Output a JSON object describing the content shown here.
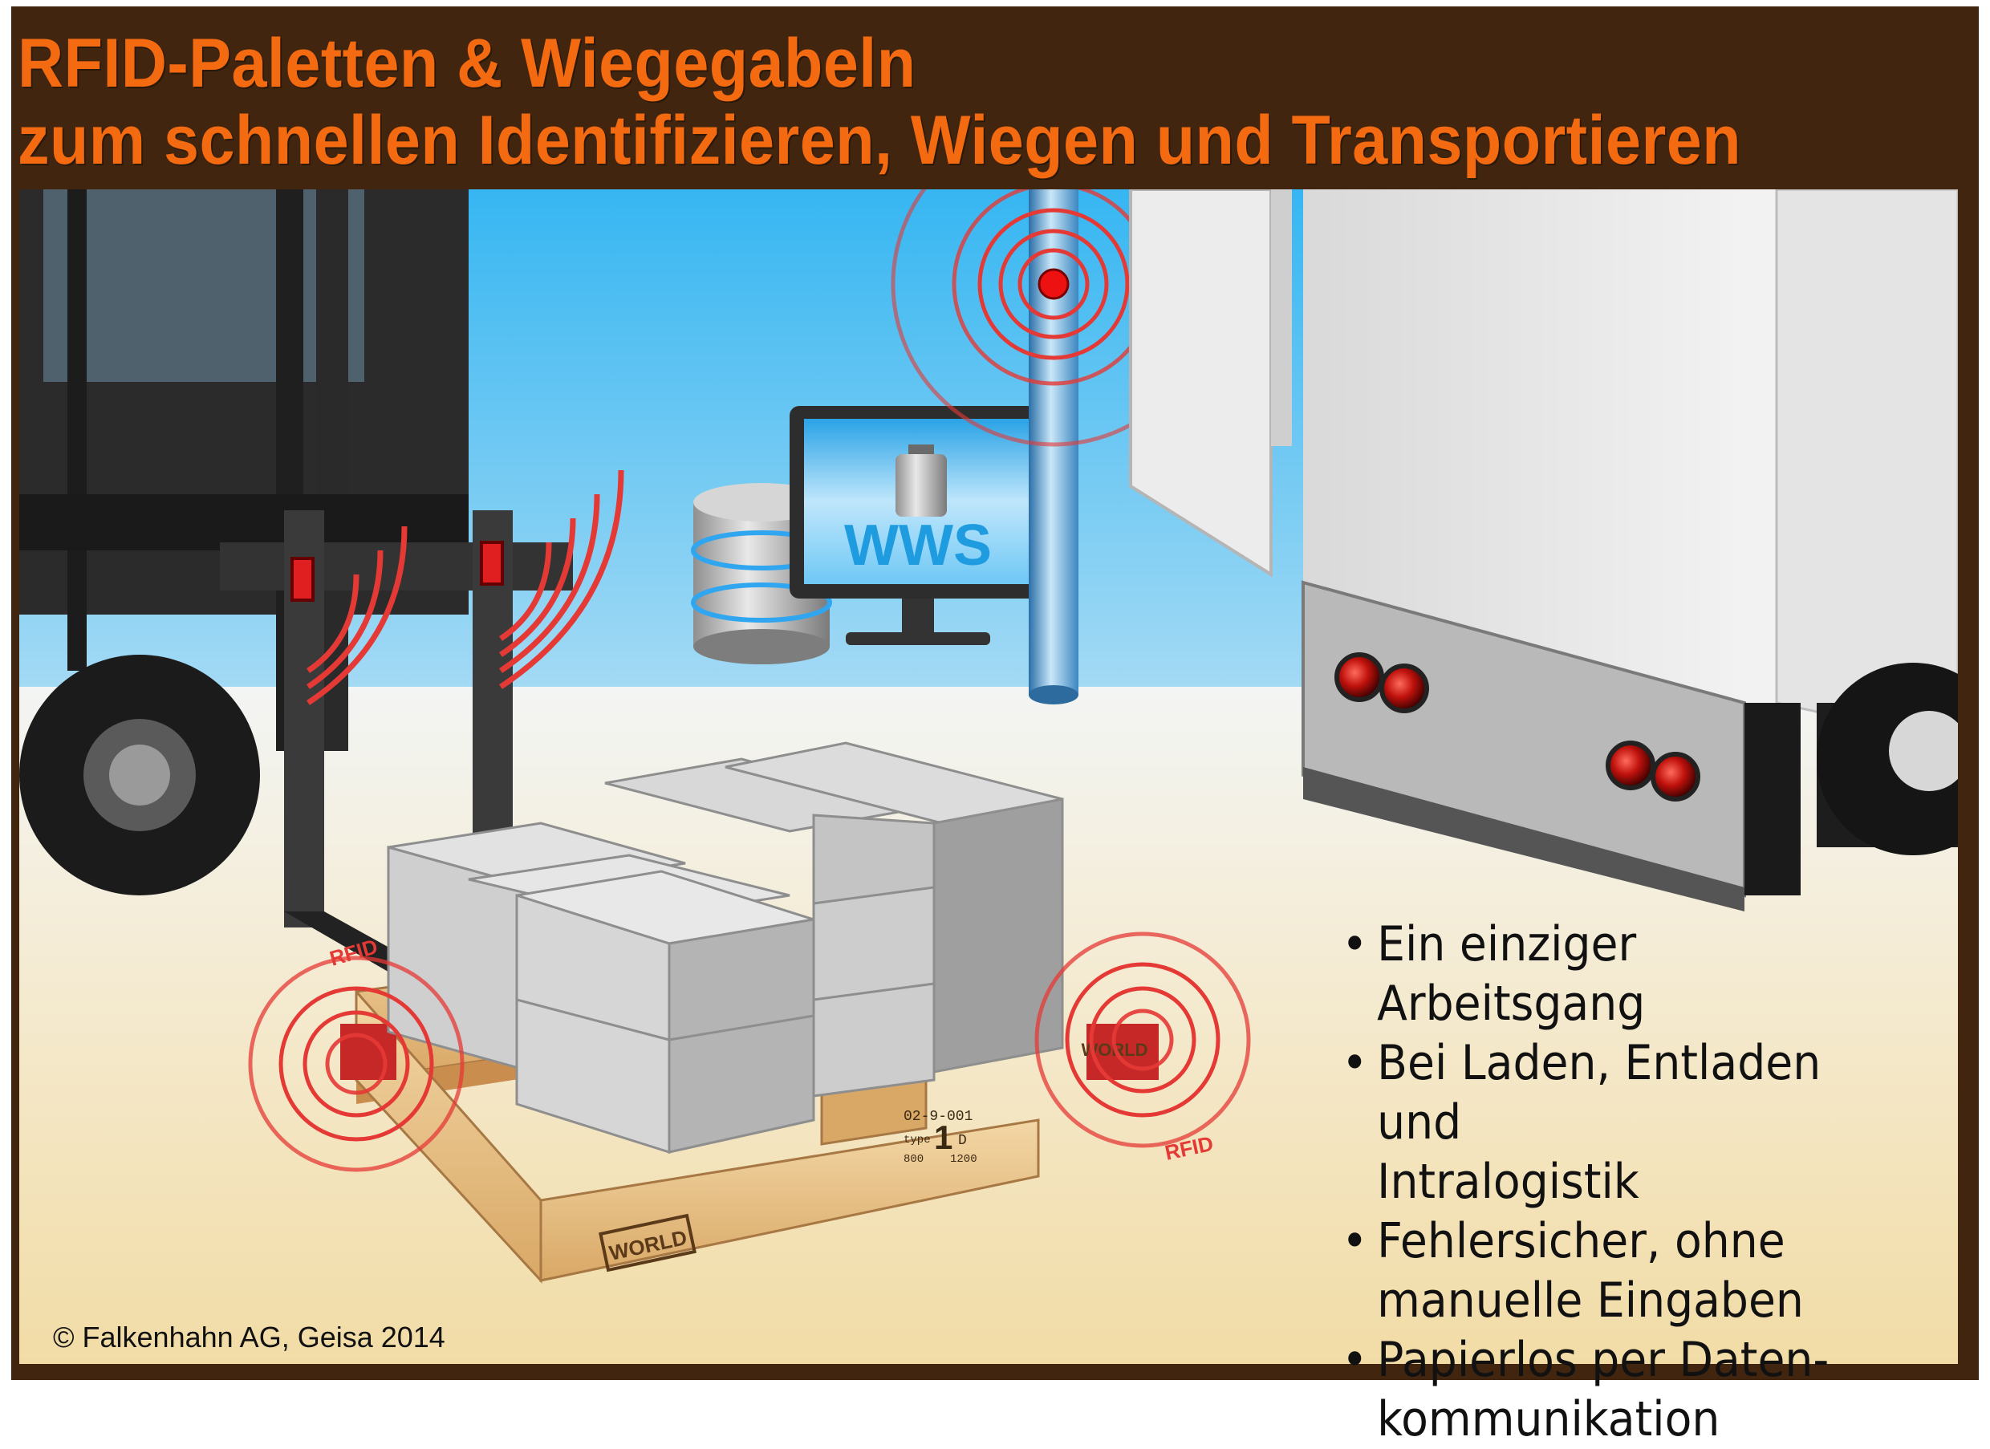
{
  "title": {
    "line1": "RFID-Paletten & Wiegegabeln",
    "line2": "zum schnellen Identifizieren, Wiegen und Transportieren"
  },
  "screen": {
    "label": "WWS"
  },
  "pallet": {
    "rfid_tag_left": "RFID",
    "rfid_tag_right": "RFID",
    "brand_side": "WORLD",
    "brand_corner": "WORLD",
    "stamp_line1": "02-9-001",
    "stamp_line2": "type",
    "stamp_big": "1",
    "stamp_d": "D",
    "stamp_800": "800",
    "stamp_1200": "1200"
  },
  "bullets": [
    {
      "lines": [
        "Ein einziger Arbeitsgang"
      ]
    },
    {
      "lines": [
        "Bei Laden, Entladen und",
        "Intralogistik"
      ]
    },
    {
      "lines": [
        "Fehlersicher, ohne",
        "manuelle Eingaben"
      ]
    },
    {
      "lines": [
        "Papierlos per Daten-",
        "kommunikation"
      ]
    }
  ],
  "bullet_char": "•",
  "copyright": "© Falkenhahn AG, Geisa 2014",
  "colors": {
    "frame": "#41250f",
    "title": "#f36a10",
    "signal": "#e53935",
    "screen": "#6fc8f5"
  },
  "icons": [
    "forklift",
    "rfid-antenna-pole",
    "database-icon",
    "monitor-icon",
    "weight-icon",
    "truck-trailer",
    "pallet",
    "boxes"
  ]
}
